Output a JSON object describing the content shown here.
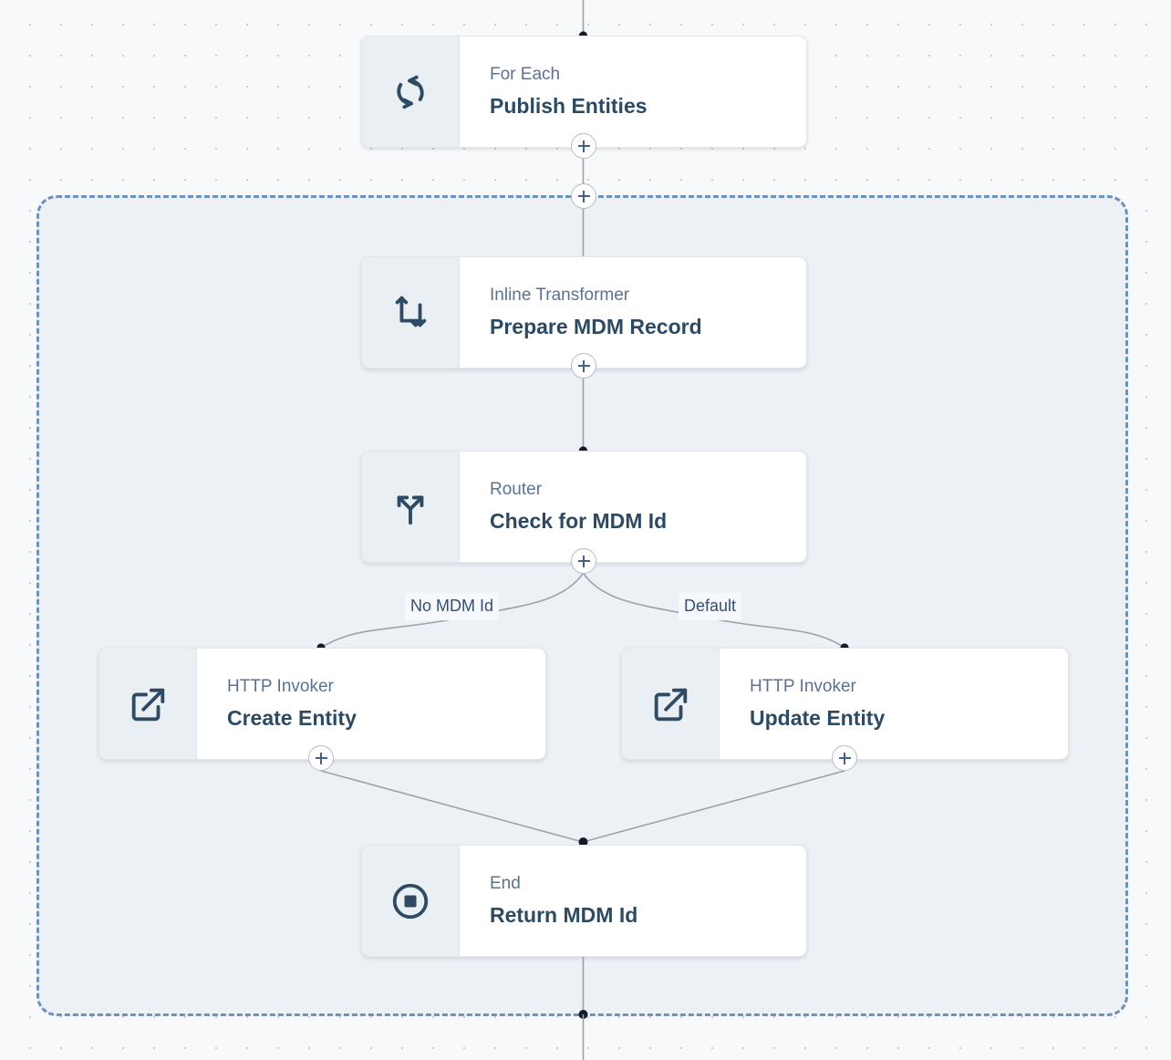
{
  "canvas": {
    "background_color": "#f8f9fb",
    "dot_grid_color": "#c9ccd4"
  },
  "scope": {
    "name": "flow-scope-container",
    "border_color": "#6d93bd",
    "fill_color": "#edf1f6",
    "border_style": "dashed"
  },
  "nodes": [
    {
      "id": "for-each",
      "subtitle": "For Each",
      "title": "Publish Entities",
      "icon": "loop-icon"
    },
    {
      "id": "inline-transformer",
      "subtitle": "Inline Transformer",
      "title": "Prepare MDM Record",
      "icon": "transform-icon"
    },
    {
      "id": "router",
      "subtitle": "Router",
      "title": "Check for MDM Id",
      "icon": "router-fork-icon"
    },
    {
      "id": "create-entity",
      "subtitle": "HTTP Invoker",
      "title": "Create Entity",
      "icon": "external-link-icon"
    },
    {
      "id": "update-entity",
      "subtitle": "HTTP Invoker",
      "title": "Update Entity",
      "icon": "external-link-icon"
    },
    {
      "id": "end",
      "subtitle": "End",
      "title": "Return MDM Id",
      "icon": "stop-circle-icon"
    }
  ],
  "branch_labels": [
    {
      "id": "no-mdm-id",
      "label": "No MDM Id"
    },
    {
      "id": "default",
      "label": "Default"
    }
  ],
  "add_buttons": [
    {
      "id": "add-after-for-each",
      "label": "+"
    },
    {
      "id": "add-scope-entry",
      "label": "+"
    },
    {
      "id": "add-after-transformer",
      "label": "+"
    },
    {
      "id": "add-after-router",
      "label": "+"
    },
    {
      "id": "add-after-create-entity",
      "label": "+"
    },
    {
      "id": "add-after-update-entity",
      "label": "+"
    }
  ],
  "colors": {
    "node_title": "#2d4a63",
    "node_subtitle": "#5b7290",
    "icon": "#2f4a63",
    "icon_panel": "#eaeff4",
    "edge": "#9aa2ab",
    "edge_dot": "#161a2b",
    "plus_glyph": "#44618a"
  }
}
